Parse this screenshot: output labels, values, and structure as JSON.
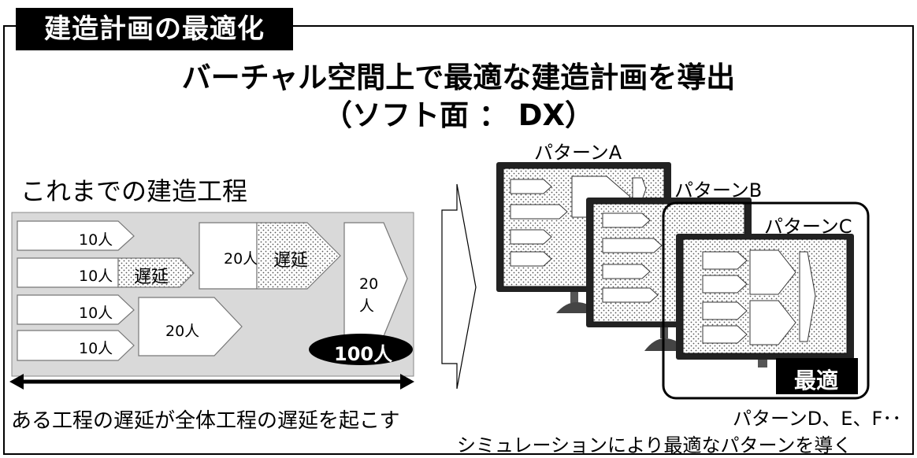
{
  "header": {
    "tag": "建造計画の最適化"
  },
  "title": {
    "line1": "バーチャル空間上で最適な建造計画を導出",
    "line2": "（ソフト面 ： DX）"
  },
  "left_panel": {
    "title": "これまでの建造工程",
    "row1": "10人",
    "row2": "10人",
    "row2_delay": "遅延",
    "row3": "10人",
    "row4": "10人",
    "block20a": "20人",
    "block20a_delay": "遅延",
    "block20b": "20人",
    "block20c_line1": "20",
    "block20c_line2": "人",
    "total_badge": "100人",
    "caption": "ある工程の遅延が全体工程の遅延を起こす"
  },
  "right_panel": {
    "pattern_a": "パターンA",
    "pattern_b": "パターンB",
    "pattern_c": "パターンC",
    "best_label": "最適",
    "more_patterns": "パターンD、E、F･･",
    "caption": "シミュレーションにより最適なパターンを導く"
  }
}
